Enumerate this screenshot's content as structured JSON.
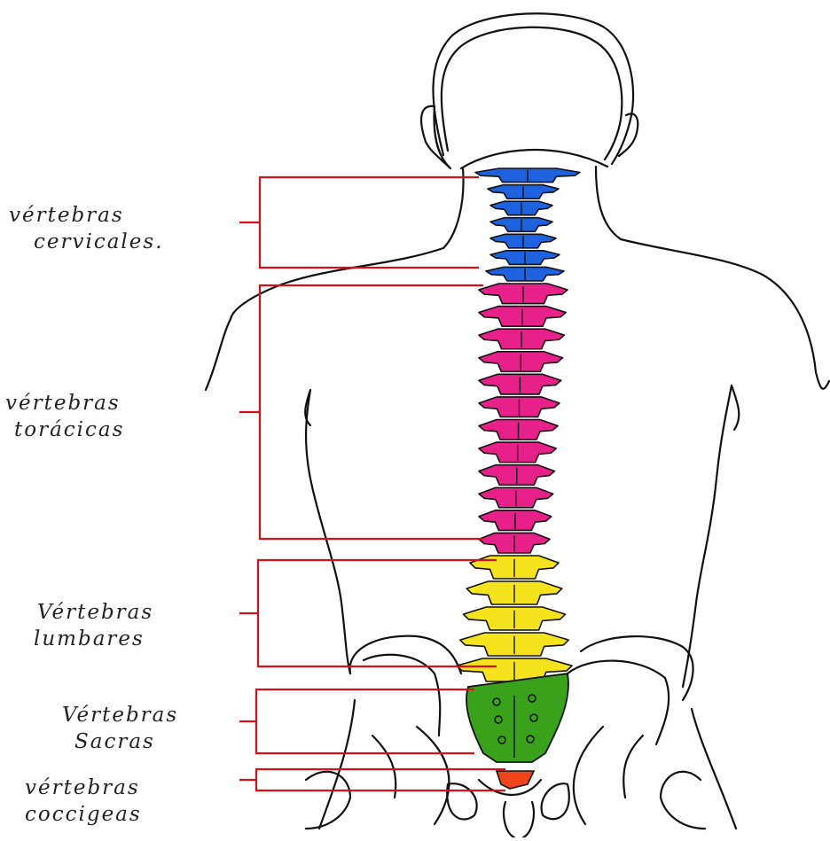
{
  "diagram": {
    "colors": {
      "cervical": "#1f62e0",
      "thoracic": "#e8208a",
      "lumbar": "#f5e31e",
      "sacral": "#3aa21a",
      "coccygeal": "#f0451c",
      "bracket": "#d4101a",
      "outline": "#111111"
    },
    "regions": [
      {
        "id": "cervical",
        "line1": "vértebras",
        "line2": "cervicales.",
        "vertebra_count": 7
      },
      {
        "id": "thoracic",
        "line1": "vértebras",
        "line2": "torácicas",
        "vertebra_count": 12
      },
      {
        "id": "lumbar",
        "line1": "Vértebras",
        "line2": "lumbares",
        "vertebra_count": 5
      },
      {
        "id": "sacral",
        "line1": "Vértebras",
        "line2": "Sacras",
        "vertebra_count": 1
      },
      {
        "id": "coccygeal",
        "line1": "vértebras",
        "line2": "coccigeas",
        "vertebra_count": 1
      }
    ]
  }
}
